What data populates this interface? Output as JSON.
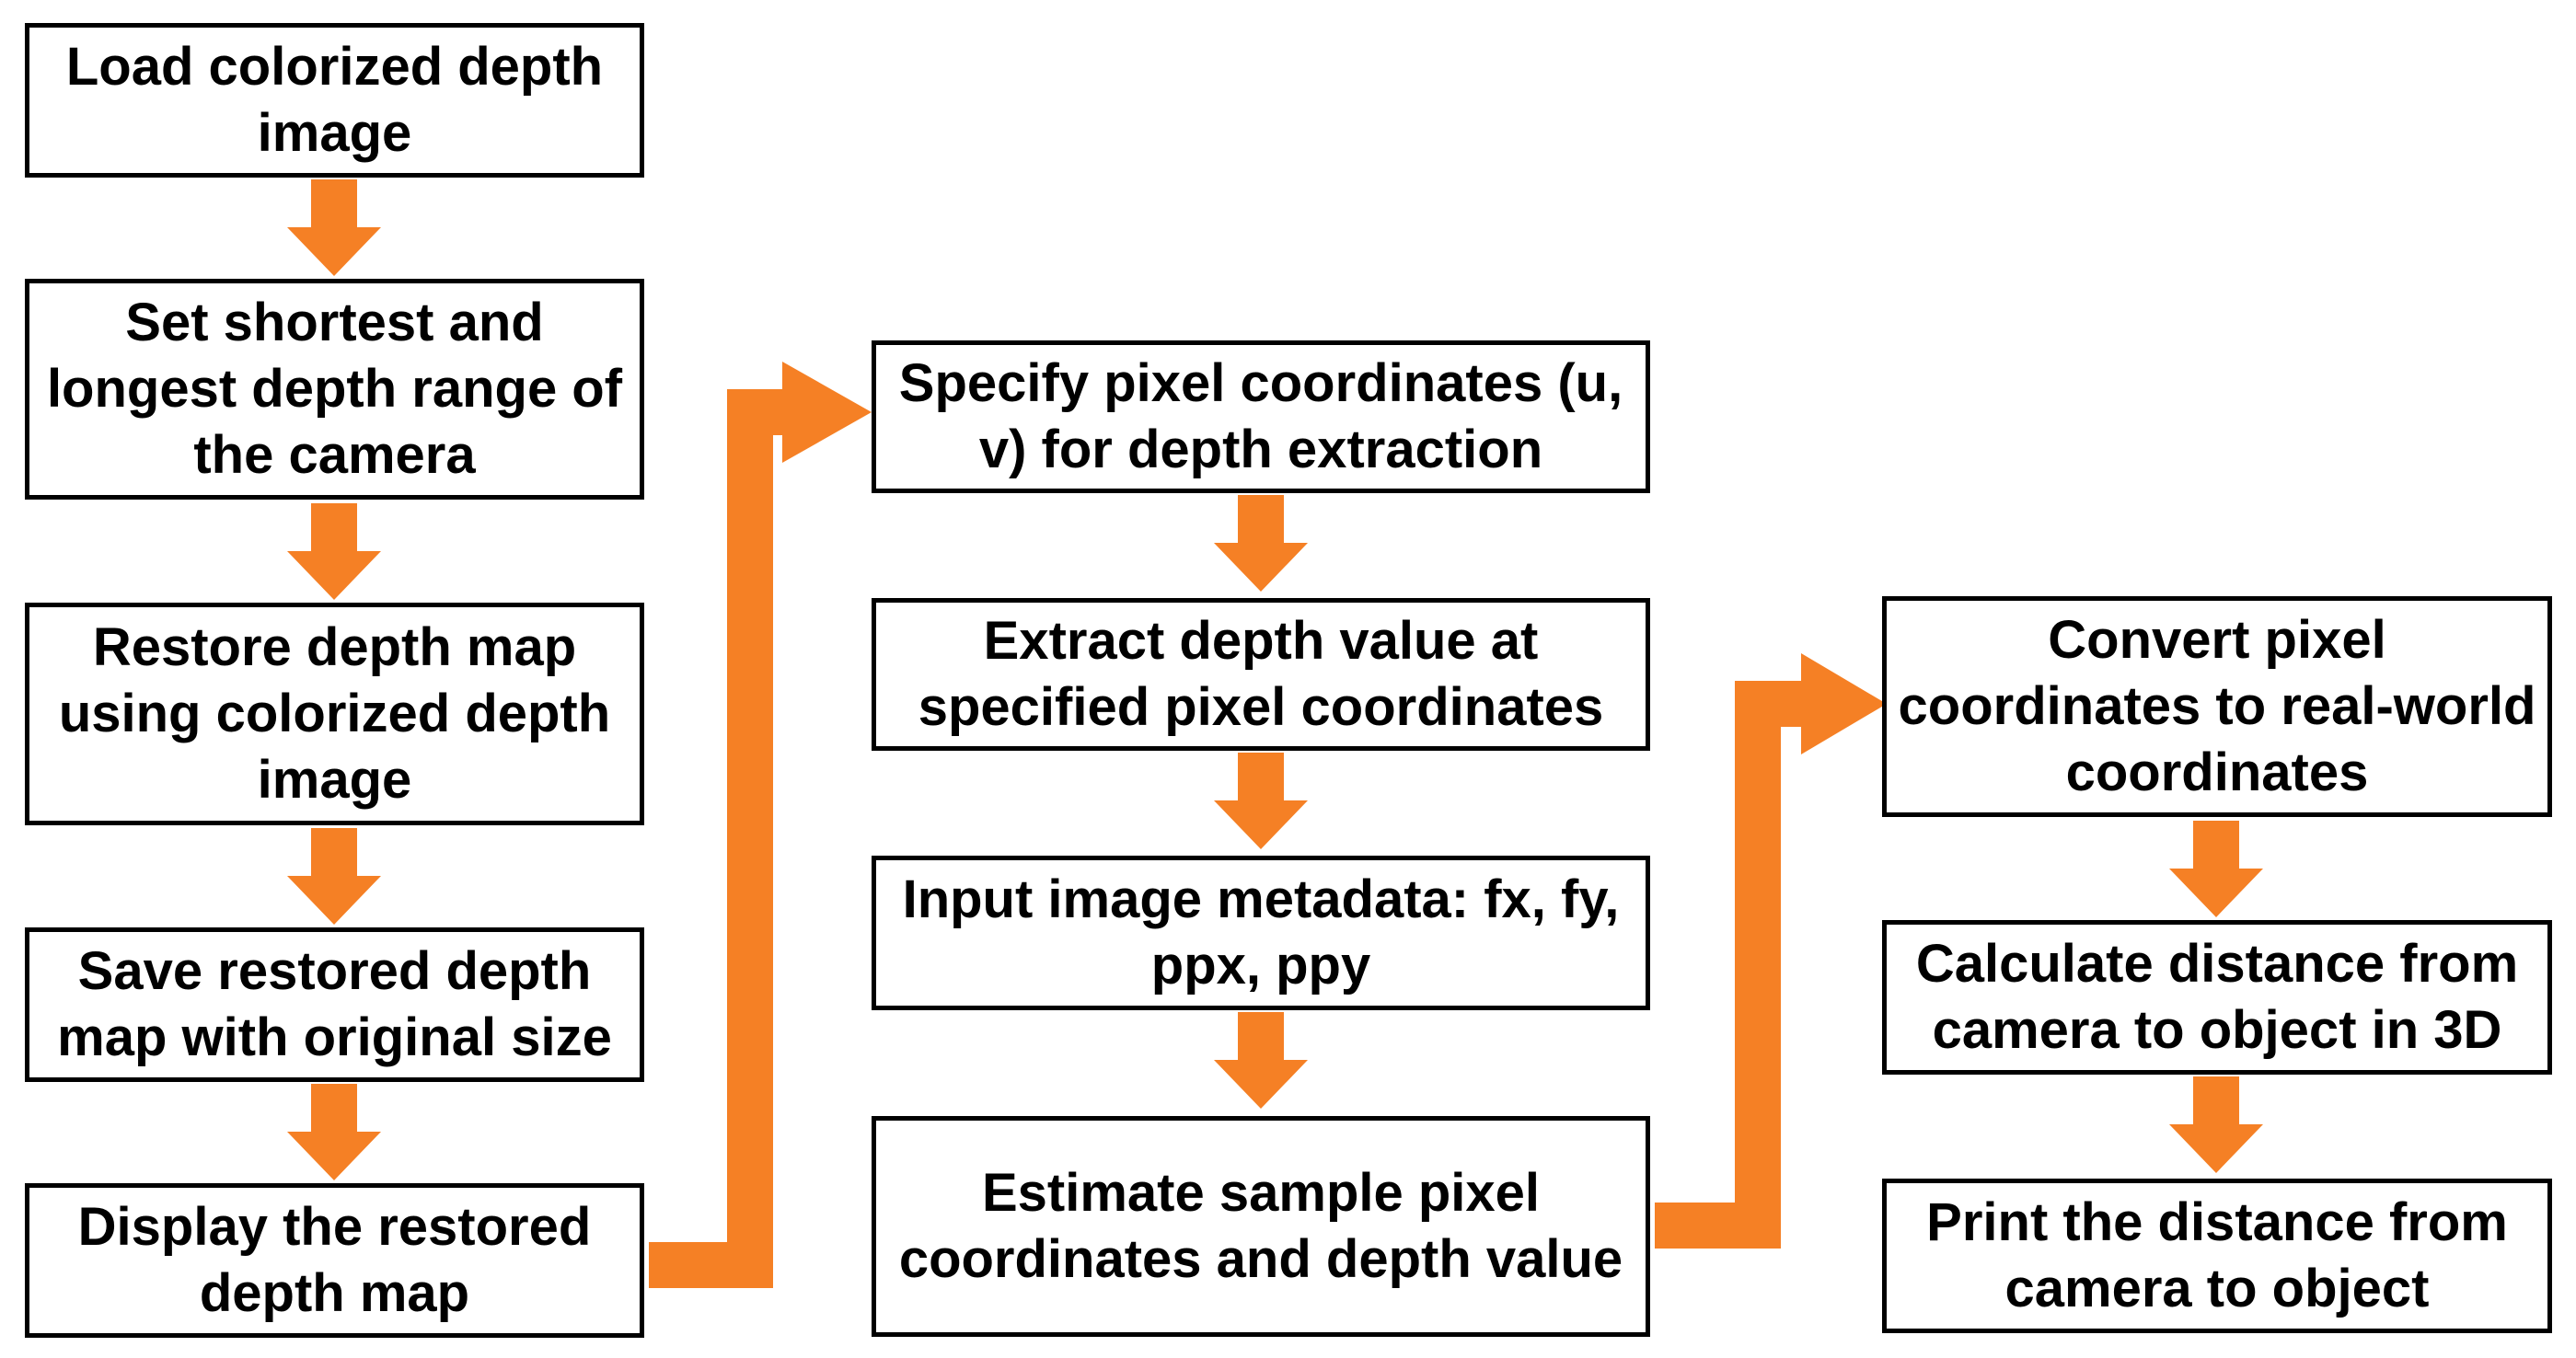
{
  "accent_color": "#F58025",
  "steps": {
    "col1": [
      {
        "label": "Load colorized depth image"
      },
      {
        "label": "Set shortest and longest depth range of the camera"
      },
      {
        "label": "Restore depth map using colorized depth image"
      },
      {
        "label": "Save restored depth map with original size"
      },
      {
        "label": "Display the restored depth map"
      }
    ],
    "col2": [
      {
        "label": "Specify pixel coordinates (u, v) for depth extraction"
      },
      {
        "label": "Extract depth value at specified pixel coordinates"
      },
      {
        "label": "Input image metadata: fx, fy, ppx, ppy"
      },
      {
        "label": "Estimate sample pixel coordinates and depth value"
      }
    ],
    "col3": [
      {
        "label": "Convert pixel coordinates to real-world coordinates"
      },
      {
        "label": "Calculate distance from camera to object in 3D"
      },
      {
        "label": "Print the distance from camera to object"
      }
    ]
  }
}
